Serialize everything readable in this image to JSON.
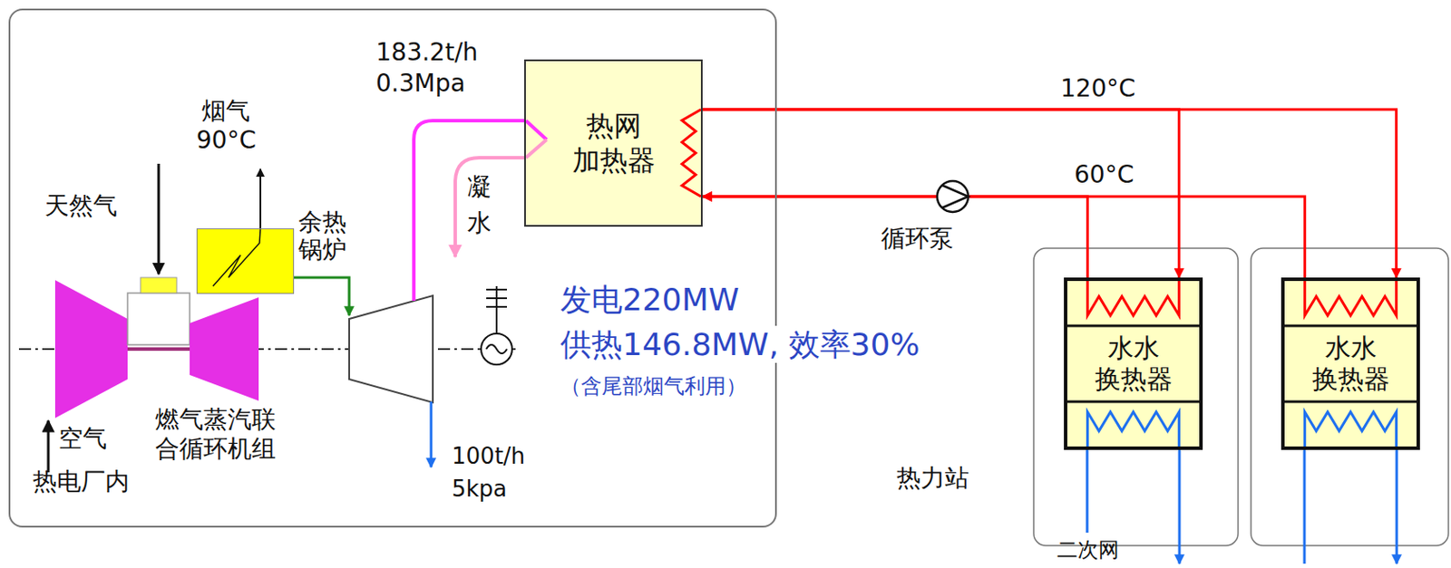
{
  "diagram": {
    "nodes": [
      {
        "text": [
          "热电厂内"
        ]
      },
      {
        "text": [
          "余热 锅炉"
        ],
        "in": 0
      },
      {
        "text": [
          "热网 加热器"
        ],
        "in": 0
      },
      {
        "text": [
          "水水 换热器"
        ]
      },
      {
        "text": [
          "水水 换热器"
        ]
      }
    ],
    "edges": [
      {
        "from": 2,
        "to": 3,
        "arrow": "to"
      },
      {
        "from": 2,
        "to": 4,
        "arrow": "to"
      },
      {
        "from": 3,
        "to": 2,
        "arrow": "to"
      },
      {
        "from": 4,
        "to": 2,
        "arrow": "to"
      }
    ],
    "labels": [
      "烟气 90°C",
      "天然气",
      "空气",
      "燃气蒸汽联 合循环机组",
      "183.2t/h",
      "0.3Mpa",
      "凝 水",
      "发电220MW",
      "供热146.8MW, 效率30%",
      "（含尾部烟气利用）",
      "100t/h",
      "5kpa",
      "120°C",
      "60°C",
      "循环泵",
      "热力站",
      "二次网"
    ]
  }
}
